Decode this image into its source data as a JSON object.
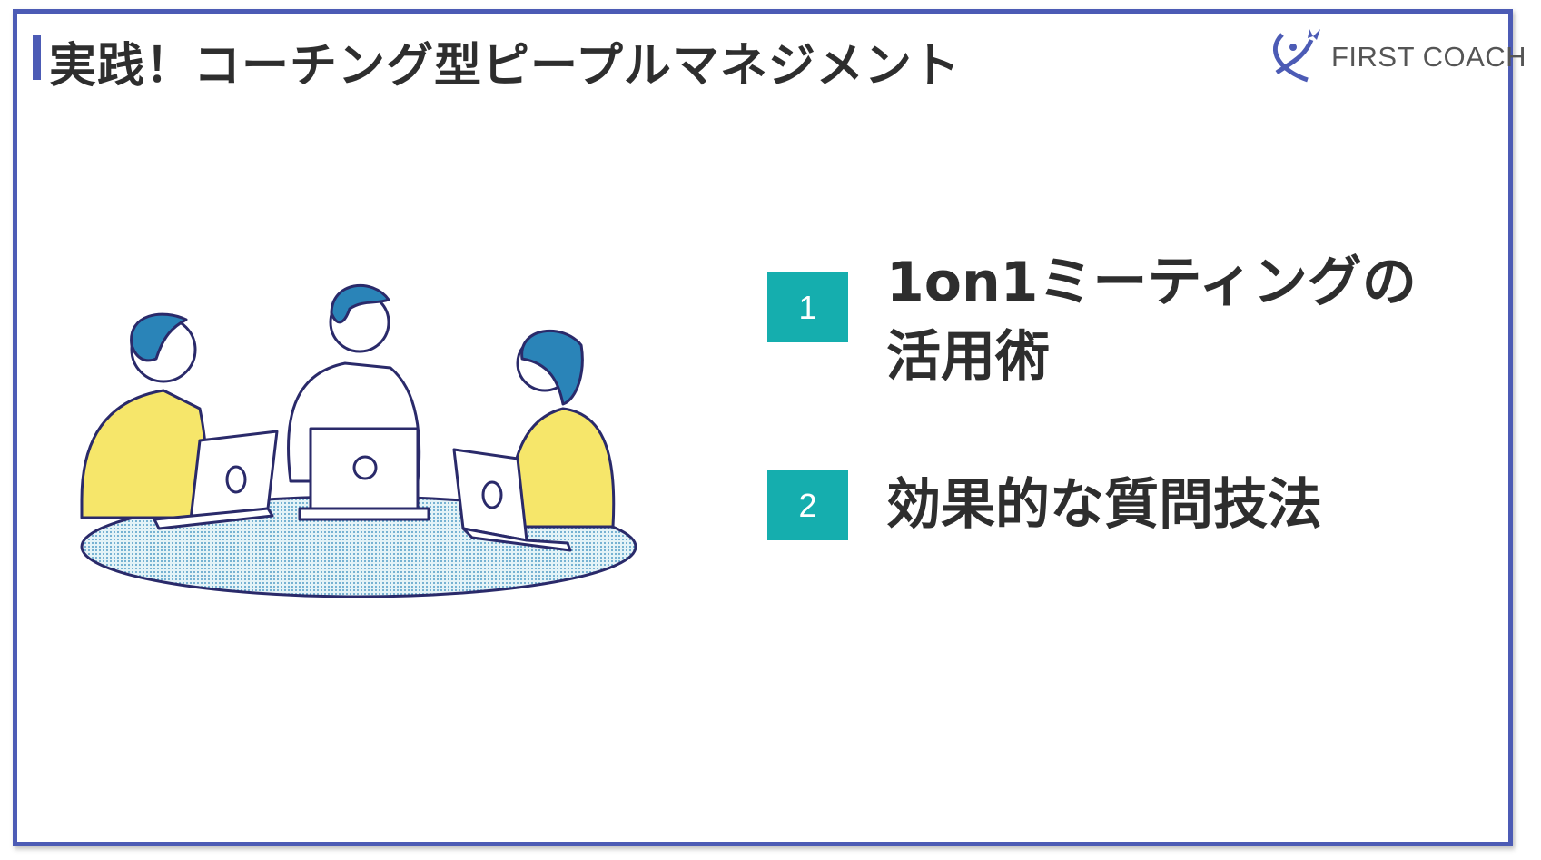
{
  "header": {
    "title": "実践！コーチング型ピープルマネジメント"
  },
  "logo": {
    "text": "FIRST COACH",
    "icon": "leaping-figure-logo"
  },
  "items": [
    {
      "number": "1",
      "line1": "1on1ミーティングの",
      "line2": "活用術"
    },
    {
      "number": "2",
      "line1": "効果的な質問技法"
    }
  ],
  "colors": {
    "frame": "#4c5bb5",
    "badge": "#15aeae",
    "accent_yellow": "#f6e66a",
    "hair_blue": "#2a84b8"
  }
}
